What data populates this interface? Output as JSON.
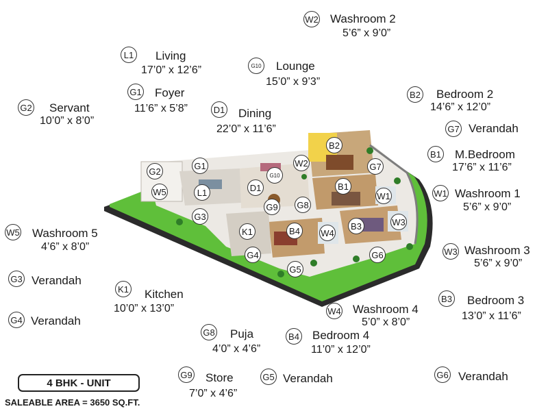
{
  "unit": {
    "label": "4 BHK - UNIT",
    "area": "SALEABLE AREA = 3650 SQ.FT."
  },
  "legend": [
    {
      "code": "W2",
      "name": "Washroom 2",
      "size": "5’6” x 9’0”"
    },
    {
      "code": "L1",
      "name": "Living",
      "size": "17’0” x 12’6”"
    },
    {
      "code": "G10",
      "name": "Lounge",
      "size": "15’0” x 9’3”"
    },
    {
      "code": "G1",
      "name": "Foyer",
      "size": "11’6” x 5’8”"
    },
    {
      "code": "B2",
      "name": "Bedroom 2",
      "size": "14’6” x 12’0”"
    },
    {
      "code": "G2",
      "name": "Servant",
      "size": "10’0” x 8’0”"
    },
    {
      "code": "D1",
      "name": "Dining",
      "size": "22’0” x 11’6”"
    },
    {
      "code": "G7",
      "name": "Verandah",
      "size": ""
    },
    {
      "code": "B1",
      "name": "M.Bedroom",
      "size": "17’6” x 11’6”"
    },
    {
      "code": "W1",
      "name": "Washroom 1",
      "size": "5’6” x 9’0”"
    },
    {
      "code": "W5",
      "name": "Washroom 5",
      "size": "4’6” x 8’0”"
    },
    {
      "code": "W3",
      "name": "Washroom 3",
      "size": "5’6” x 9’0”"
    },
    {
      "code": "G3",
      "name": "Verandah",
      "size": ""
    },
    {
      "code": "K1",
      "name": "Kitchen",
      "size": "10’0” x 13’0”"
    },
    {
      "code": "B3",
      "name": "Bedroom 3",
      "size": "13’0” x 11’6”"
    },
    {
      "code": "G4",
      "name": "Verandah",
      "size": ""
    },
    {
      "code": "W4",
      "name": "Washroom 4",
      "size": "5’0” x 8’0”"
    },
    {
      "code": "G8",
      "name": "Puja",
      "size": "4’0” x 4’6”"
    },
    {
      "code": "B4",
      "name": "Bedroom 4",
      "size": "11’0” x 12’0”"
    },
    {
      "code": "G9",
      "name": "Store",
      "size": "7’0” x 4’6”"
    },
    {
      "code": "G5",
      "name": "Verandah",
      "size": ""
    },
    {
      "code": "G6",
      "name": "Verandah",
      "size": ""
    }
  ],
  "plan_markers": [
    "B2",
    "G1",
    "W2",
    "G2",
    "G10",
    "G7",
    "W5",
    "L1",
    "D1",
    "B1",
    "W1",
    "G9",
    "G8",
    "G3",
    "K1",
    "B4",
    "W4",
    "B3",
    "W3",
    "G4",
    "G6",
    "G5"
  ],
  "colors": {
    "grass": "#5fbf3a",
    "wall": "#e9e6e1",
    "wall_dark": "#2b2b2b",
    "floor": "#c8a77a",
    "accent_wall": "#f2d24a"
  }
}
